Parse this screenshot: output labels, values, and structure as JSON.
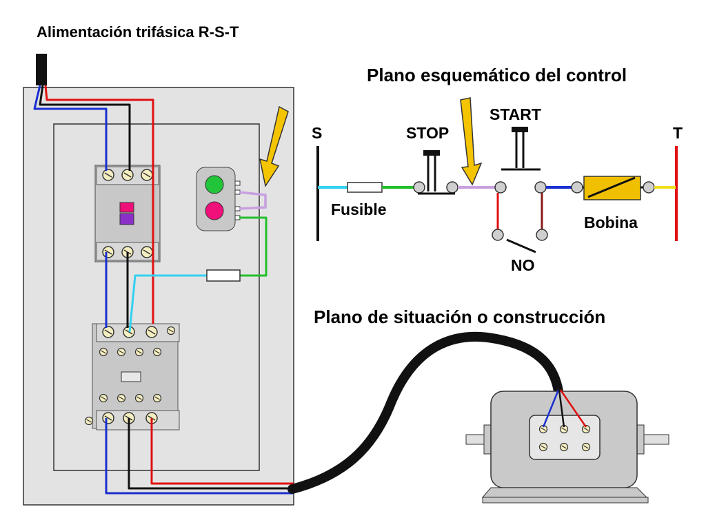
{
  "titles": {
    "supply": "Alimentación trifásica R-S-T",
    "control": "Plano esquemático del control",
    "construction": "Plano de situación o construcción"
  },
  "schematic_labels": {
    "s": "S",
    "t": "T",
    "stop": "STOP",
    "start": "START",
    "fuse": "Fusible",
    "coil": "Bobina",
    "no": "NO"
  },
  "colors": {
    "phase_r": "#e01010",
    "phase_s": "#1a2fd0",
    "phase_t": "#111111",
    "cyan": "#33d0f0",
    "green": "#22c02a",
    "lilac": "#c8a0e0",
    "yellow": "#f0e020",
    "arrow": "#f5c400",
    "coil_body": "#f0c000",
    "panel": "#e3e3e3",
    "button_green": "#22c43a",
    "button_red": "#f0107a"
  }
}
